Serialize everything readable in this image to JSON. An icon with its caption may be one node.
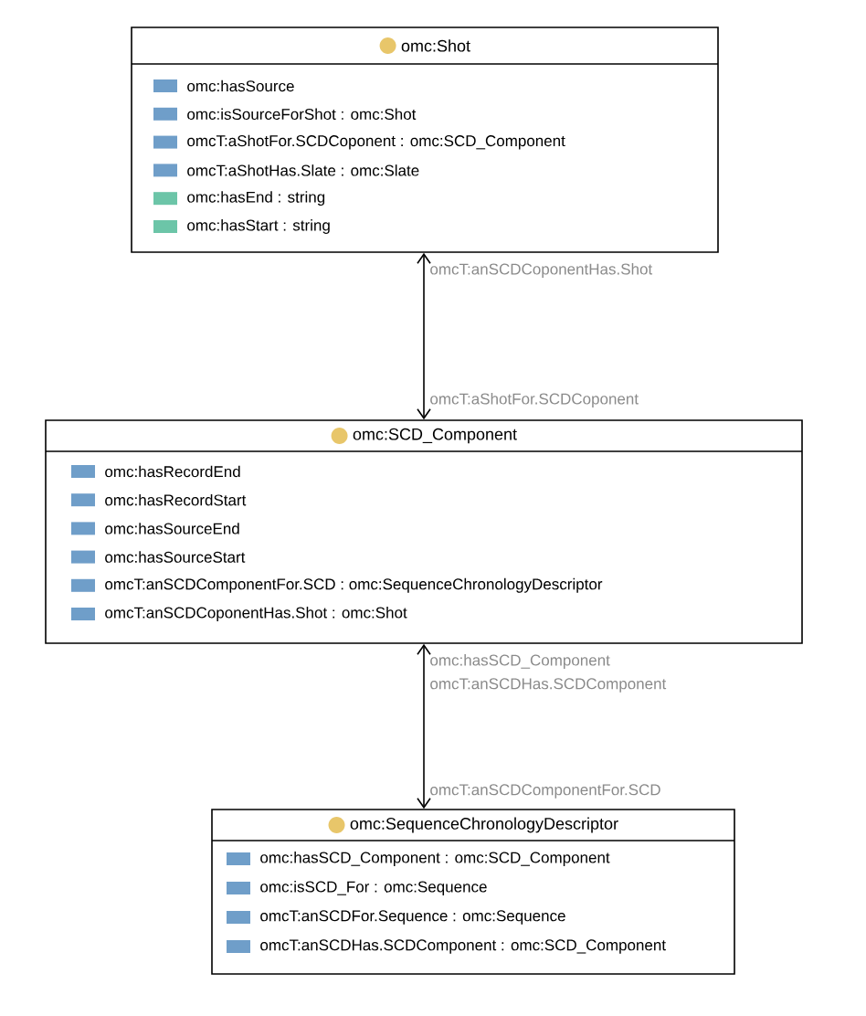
{
  "diagram": {
    "nodes": [
      {
        "text": [
          "omc:Shot",
          "omc:hasSource",
          "omc:isSourceForShot : omc:Shot",
          "omcT:aShotFor.SCDCoponent : omc:SCD_Component",
          "omcT:aShotHas.Slate : omc:Slate",
          "omc:hasEnd : string",
          "omc:hasStart : string"
        ]
      },
      {
        "text": [
          "omc:SCD_Component",
          "omc:hasRecordEnd",
          "omc:hasRecordStart",
          "omc:hasSourceEnd",
          "omc:hasSourceStart",
          "omcT:anSCDComponentFor.SCD : omc:SequenceChronologyDescriptor",
          "omcT:anSCDCoponentHas.Shot : omc:Shot"
        ]
      },
      {
        "text": [
          "omc:SequenceChronologyDescriptor",
          "omc:hasSCD_Component : omc:SCD_Component",
          "omc:isSCD_For : omc:Sequence",
          "omcT:anSCDFor.Sequence : omc:Sequence",
          "omcT:anSCDHas.SCDComponent : omc:SCD_Component"
        ]
      }
    ],
    "edges": [
      {
        "from": 0,
        "to": 1,
        "arrow": "both"
      },
      {
        "from": 1,
        "to": 2,
        "arrow": "both"
      }
    ],
    "labels": [
      "omcT:anSCDCoponentHas.Shot",
      "omcT:aShotFor.SCDCoponent",
      "omc:hasSCD_Component",
      "omcT:anSCDHas.SCDComponent",
      "omcT:anSCDComponentFor.SCD"
    ]
  }
}
